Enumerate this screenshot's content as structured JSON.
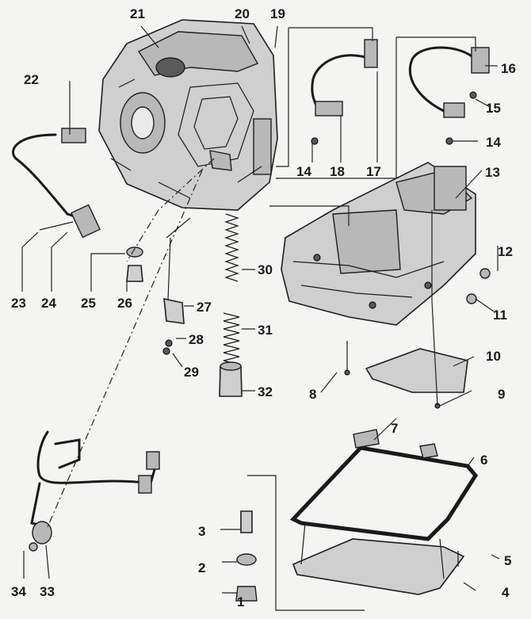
{
  "callouts": [
    {
      "id": "c1",
      "label": "1"
    },
    {
      "id": "c2",
      "label": "2"
    },
    {
      "id": "c3",
      "label": "3"
    },
    {
      "id": "c4",
      "label": "4"
    },
    {
      "id": "c5",
      "label": "5"
    },
    {
      "id": "c6",
      "label": "6"
    },
    {
      "id": "c7",
      "label": "7"
    },
    {
      "id": "c8",
      "label": "8"
    },
    {
      "id": "c9",
      "label": "9"
    },
    {
      "id": "c10",
      "label": "10"
    },
    {
      "id": "c11",
      "label": "11"
    },
    {
      "id": "c12",
      "label": "12"
    },
    {
      "id": "c13",
      "label": "13"
    },
    {
      "id": "c14a",
      "label": "14"
    },
    {
      "id": "c14b",
      "label": "14"
    },
    {
      "id": "c15",
      "label": "15"
    },
    {
      "id": "c16",
      "label": "16"
    },
    {
      "id": "c17",
      "label": "17"
    },
    {
      "id": "c18",
      "label": "18"
    },
    {
      "id": "c19",
      "label": "19"
    },
    {
      "id": "c20",
      "label": "20"
    },
    {
      "id": "c21",
      "label": "21"
    },
    {
      "id": "c22",
      "label": "22"
    },
    {
      "id": "c23",
      "label": "23"
    },
    {
      "id": "c24",
      "label": "24"
    },
    {
      "id": "c25",
      "label": "25"
    },
    {
      "id": "c26",
      "label": "26"
    },
    {
      "id": "c27",
      "label": "27"
    },
    {
      "id": "c28",
      "label": "28"
    },
    {
      "id": "c29",
      "label": "29"
    },
    {
      "id": "c30",
      "label": "30"
    },
    {
      "id": "c31",
      "label": "31"
    },
    {
      "id": "c32",
      "label": "32"
    },
    {
      "id": "c33",
      "label": "33"
    },
    {
      "id": "c34",
      "label": "34"
    }
  ]
}
